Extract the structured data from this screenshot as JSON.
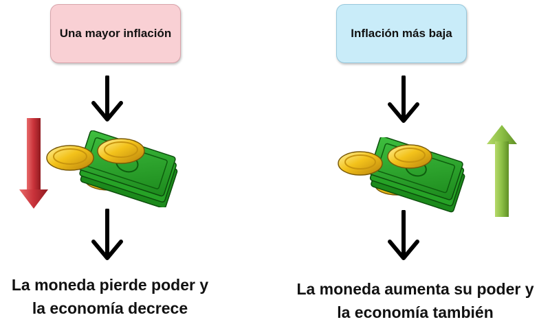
{
  "left": {
    "box_label": "Una mayor inflación",
    "box_color": "#f9d0d4",
    "trend_icon": "red-down-arrow-icon",
    "trend_color": "#c8323a",
    "caption_line1": "La moneda pierde poder y",
    "caption_line2": "la economía decrece"
  },
  "right": {
    "box_label": "Inflación más baja",
    "box_color": "#c9ecf9",
    "trend_icon": "green-up-arrow-icon",
    "trend_color": "#7fb33a",
    "caption_line1": "La moneda aumenta su poder y",
    "caption_line2": "la economía también"
  },
  "icons": [
    "black-down-arrow-icon",
    "money-icon"
  ]
}
